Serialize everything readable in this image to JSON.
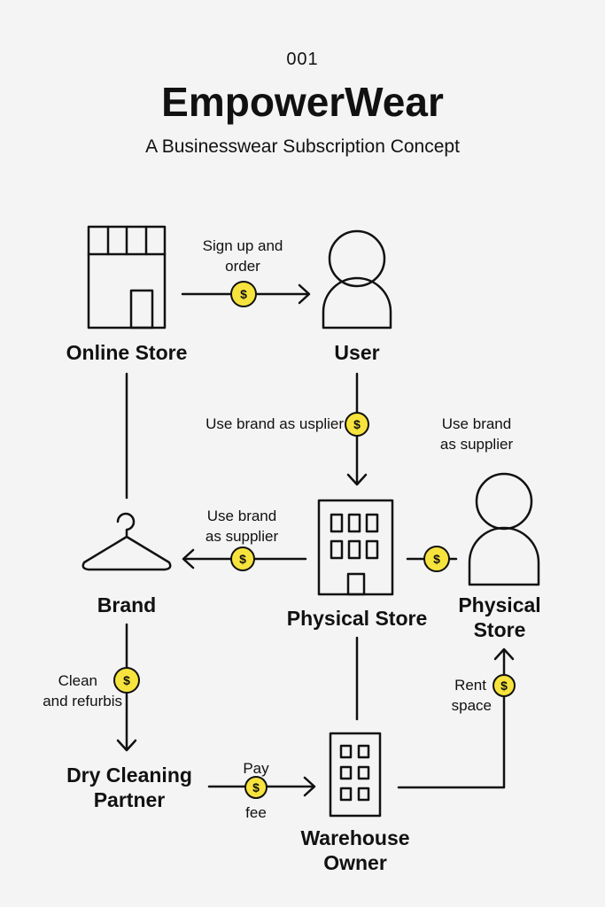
{
  "header": {
    "number": "001",
    "title": "EmpowerWear",
    "subtitle": "A Businesswear Subscription Concept"
  },
  "nodes": {
    "online_store": "Online Store",
    "user": "User",
    "brand": "Brand",
    "physical_store_center": "Physical Store",
    "physical_store_right": [
      "Physical",
      "Store"
    ],
    "dry_cleaning": [
      "Dry Cleaning",
      "Partner"
    ],
    "warehouse": [
      "Warehouse",
      "Owner"
    ]
  },
  "edges": {
    "signup": [
      "Sign up and",
      "order"
    ],
    "use_brand_usplier": "Use brand as usplier",
    "use_brand_right": [
      "Use brand",
      "as supplier"
    ],
    "use_brand_left": [
      "Use brand",
      "as supplier"
    ],
    "clean": [
      "Clean",
      "and refurbis"
    ],
    "pay": "Pay",
    "fee": "fee",
    "rent": [
      "Rent",
      "space"
    ]
  },
  "coin_symbol": "$",
  "colors": {
    "coin": "#f7e33d",
    "line": "#111111",
    "background": "#f4f4f4"
  }
}
